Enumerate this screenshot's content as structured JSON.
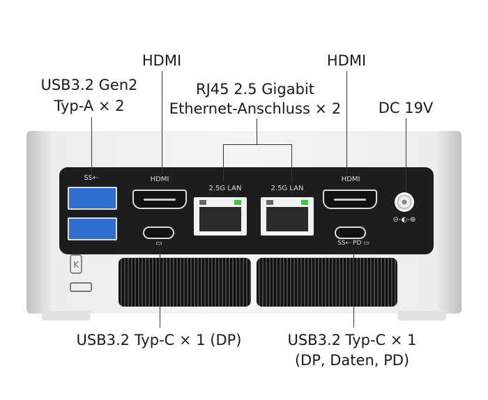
{
  "labels": {
    "usb_a": [
      "USB3.2 Gen2",
      "Typ-A × 2"
    ],
    "hdmi_left": "HDMI",
    "rj45": [
      "RJ45 2.5 Gigabit",
      "Ethernet-Anschluss × 2"
    ],
    "hdmi_right": "HDMI",
    "dc": "DC 19V",
    "usbc_left": "USB3.2 Typ-C × 1 (DP)",
    "usbc_right": [
      "USB3.2 Typ-C × 1",
      "(DP, Daten, PD)"
    ]
  },
  "panel": {
    "usb_symbol": "SS⇠",
    "hdmi_left": "HDMI",
    "lan1": "2.5G LAN",
    "lan2": "2.5G LAN",
    "hdmi_right": "HDMI",
    "usbc_right_symbols": "SS⇠ PD ▭",
    "usbc_left_symbol": "▭",
    "dc_symbol": "⊖-◐-⊕"
  },
  "colors": {
    "usb_blue": "#2f6fd0",
    "panel": "#1c1d1f",
    "led_green": "#3ec43e"
  }
}
